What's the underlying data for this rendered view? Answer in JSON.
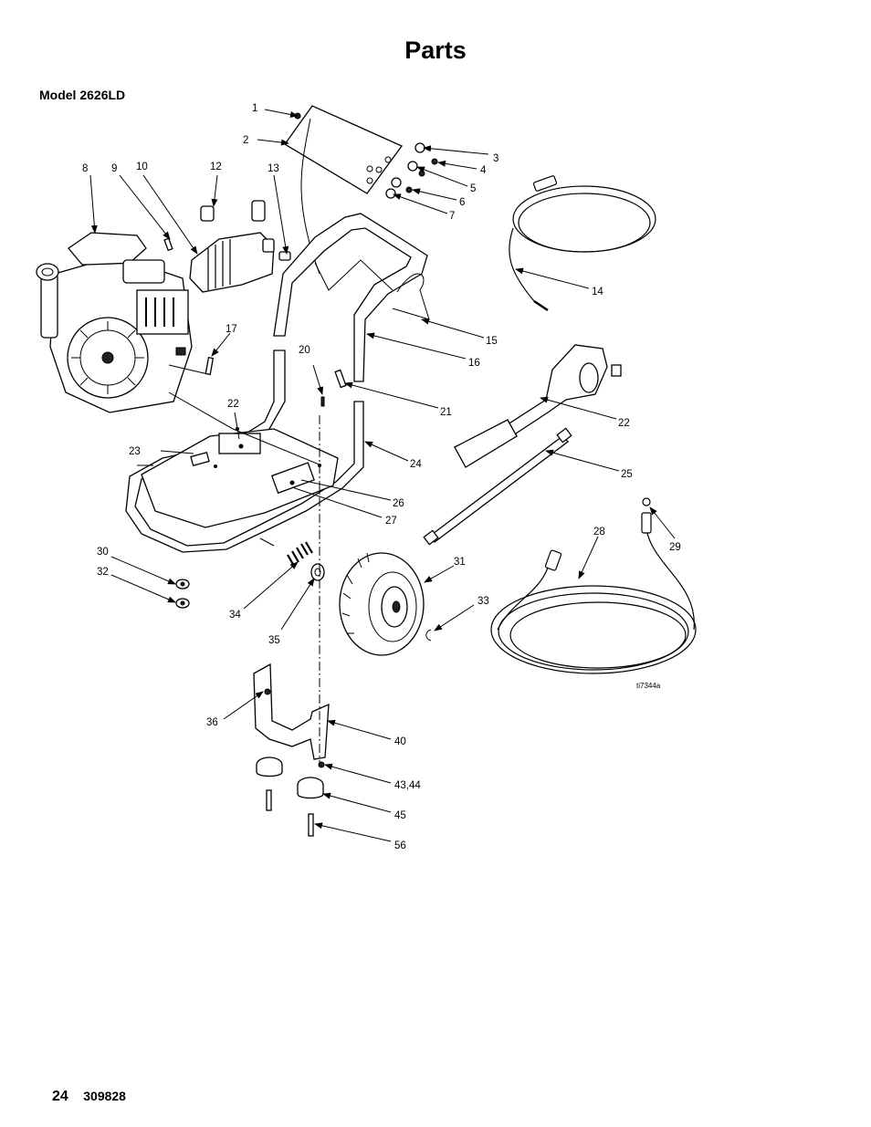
{
  "page": {
    "title": "Parts",
    "model": "Model 2626LD",
    "page_number": "24",
    "doc_number": "309828"
  },
  "diagram": {
    "figure_id": "ti7344a",
    "callouts": [
      "1",
      "2",
      "3",
      "4",
      "5",
      "6",
      "7",
      "8",
      "9",
      "10",
      "12",
      "13",
      "14",
      "15",
      "16",
      "17",
      "20",
      "21",
      "22",
      "22",
      "23",
      "24",
      "25",
      "26",
      "27",
      "28",
      "29",
      "30",
      "31",
      "32",
      "33",
      "34",
      "35",
      "36",
      "40",
      "43,44",
      "45",
      "56"
    ]
  }
}
